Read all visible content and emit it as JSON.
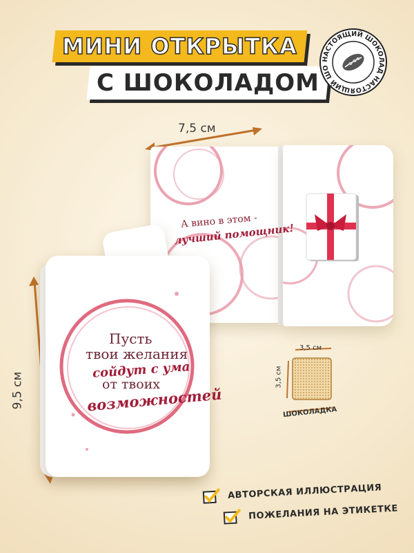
{
  "title": {
    "line1": "МИНИ ОТКРЫТКА",
    "line2": "С ШОКОЛАДОМ"
  },
  "seal": {
    "text": "НАСТОЯЩИЙ ШОКОЛАД НАСТОЯЩИЙ ШОКОЛАД",
    "icon": "cocoa-bean-icon"
  },
  "dimensions": {
    "width": "7,5 см",
    "height": "9,5 см"
  },
  "card_inner": {
    "line1": "А вино в этом -",
    "line2": "лучший помощник!"
  },
  "card_front": {
    "line1": "Пусть",
    "line2": "твои желания",
    "line3": "сойдут с ума",
    "line4": "от твоих",
    "line5": "возможностей"
  },
  "chocolate": {
    "width": "3,5 см",
    "height": "3,5 см",
    "label": "ШОКОЛАДКА"
  },
  "features": [
    {
      "text": "АВТОРСКАЯ ИЛЛЮСТРАЦИЯ",
      "icon": "checkbox-icon"
    },
    {
      "text": "ПОЖЕЛАНИЯ НА ЭТИКЕТКЕ",
      "icon": "checkbox-icon"
    }
  ],
  "colors": {
    "accent_yellow": "#f3b91d",
    "wine": "#a11d39",
    "dimension_arrow": "#c0712a"
  }
}
